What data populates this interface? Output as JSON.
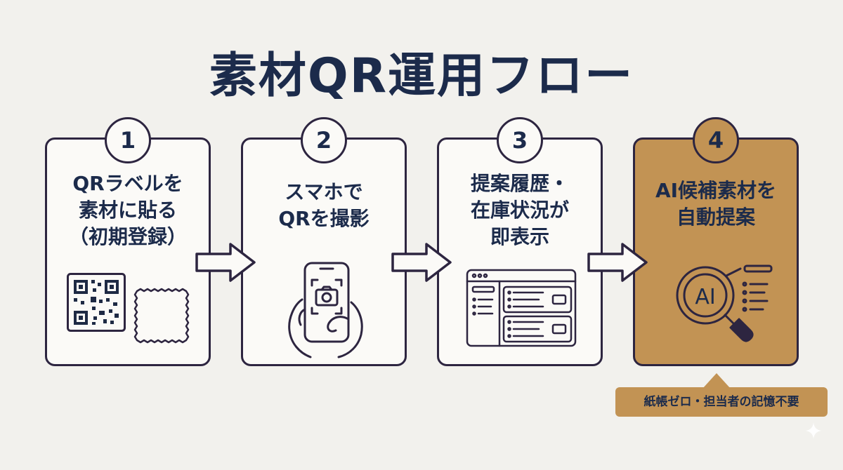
{
  "title": "素材QR運用フロー",
  "steps": [
    {
      "number": "1",
      "lines": [
        "QRラベルを",
        "素材に貼る",
        "（初期登録）"
      ]
    },
    {
      "number": "2",
      "lines": [
        "スマホで",
        "QRを撮影"
      ]
    },
    {
      "number": "3",
      "lines": [
        "提案履歴・",
        "在庫状況が",
        "即表示"
      ]
    },
    {
      "number": "4",
      "lines": [
        "AI候補素材を",
        "自動提案"
      ],
      "highlight_color": "#c29354"
    }
  ],
  "ai_badge": "AI",
  "note": "紙帳ゼロ・担当者の記憶不要",
  "colors": {
    "background": "#f2f1ed",
    "outline": "#2d2540",
    "title": "#1c2b4b",
    "accent": "#c29354"
  },
  "icons": [
    "qr-code-icon",
    "sample-swatch-icon",
    "smartphone-camera-icon",
    "dashboard-screen-icon",
    "ai-magnifier-icon",
    "right-arrow-icon",
    "sparkle-icon"
  ]
}
